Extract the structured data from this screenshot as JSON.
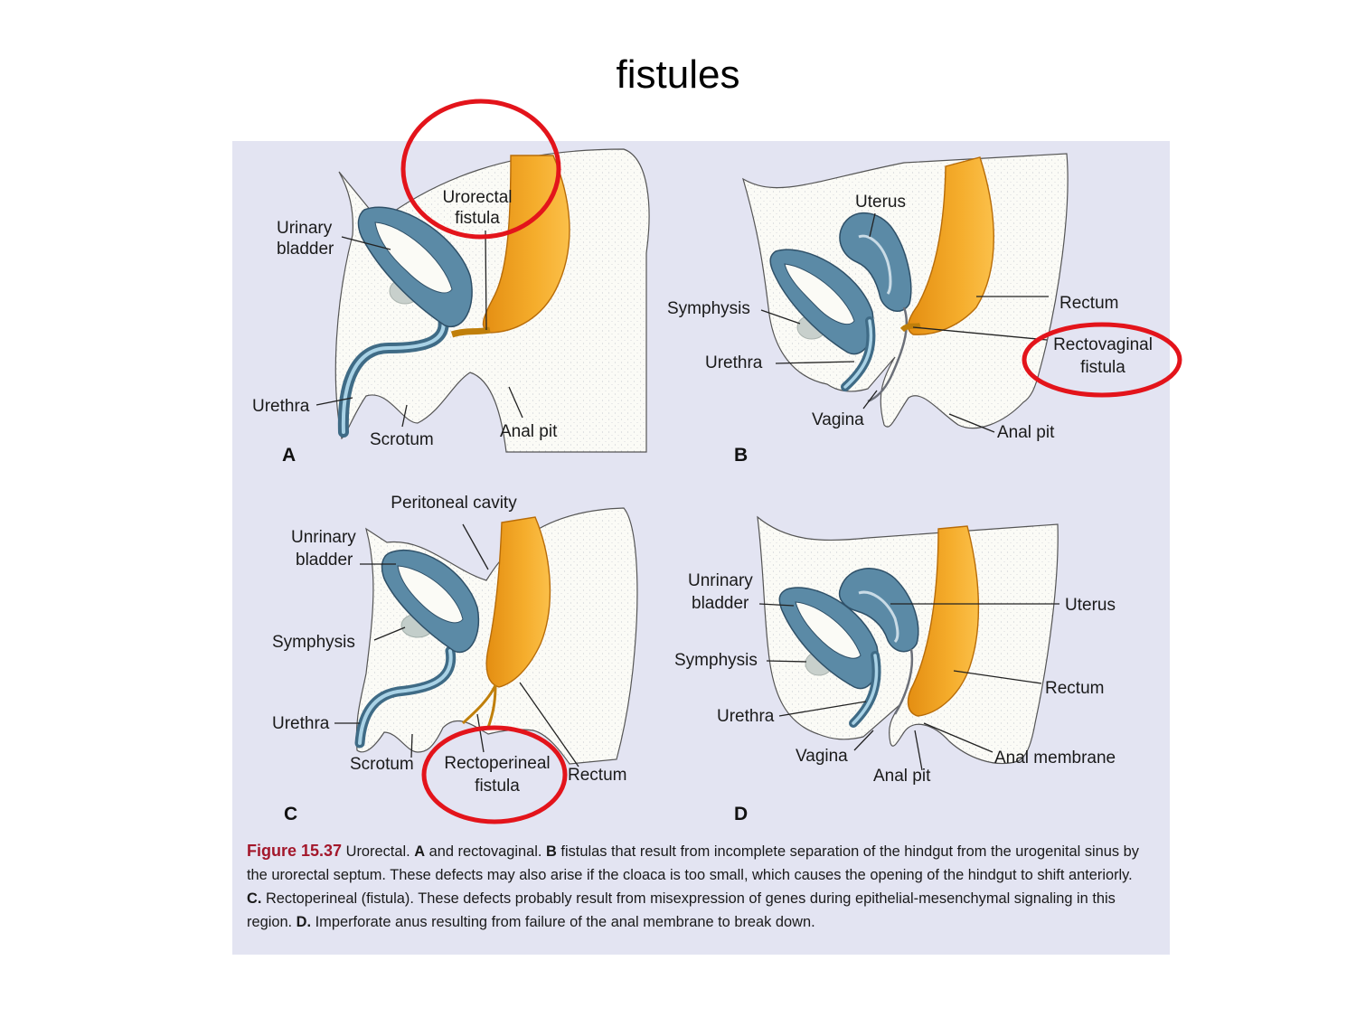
{
  "slide": {
    "title": "fistules"
  },
  "panels": {
    "a": {
      "letter": "A",
      "labels": {
        "urorectal_fistula_1": "Urorectal",
        "urorectal_fistula_2": "fistula",
        "urinary_bladder_1": "Urinary",
        "urinary_bladder_2": "bladder",
        "urethra": "Urethra",
        "scrotum": "Scrotum",
        "anal_pit": "Anal pit"
      }
    },
    "b": {
      "letter": "B",
      "labels": {
        "uterus": "Uterus",
        "symphysis": "Symphysis",
        "urethra": "Urethra",
        "vagina": "Vagina",
        "rectum": "Rectum",
        "rectovaginal_fistula_1": "Rectovaginal",
        "rectovaginal_fistula_2": "fistula",
        "anal_pit": "Anal pit"
      }
    },
    "c": {
      "letter": "C",
      "labels": {
        "peritoneal_cavity": "Peritoneal cavity",
        "unrinary_bladder_1": "Unrinary",
        "unrinary_bladder_2": "bladder",
        "symphysis": "Symphysis",
        "urethra": "Urethra",
        "scrotum": "Scrotum",
        "rectoperineal_fistula_1": "Rectoperineal",
        "rectoperineal_fistula_2": "fistula",
        "rectum": "Rectum"
      }
    },
    "d": {
      "letter": "D",
      "labels": {
        "unrinary_bladder_1": "Unrinary",
        "unrinary_bladder_2": "bladder",
        "symphysis": "Symphysis",
        "urethra": "Urethra",
        "vagina": "Vagina",
        "anal_pit": "Anal pit",
        "uterus": "Uterus",
        "rectum": "Rectum",
        "anal_membrane": "Anal membrane"
      }
    }
  },
  "caption": {
    "figure_number": "Figure 15.37",
    "t1": " Urorectal. ",
    "b1": "A",
    "t2": " and rectovaginal. ",
    "b2": "B",
    "t3": " fistulas that result from incomplete separation of the hindgut from the urogenital sinus by the urorectal septum. These defects may also arise if the cloaca is too small, which causes the opening of the hindgut to shift anteriorly. ",
    "b3": "C.",
    "t4": " Rectoperineal (fistula). These defects probably result from misexpression of genes during epithelial-mesenchymal signaling in this region. ",
    "b4": "D.",
    "t5": " Imperforate anus resulting from failure of the anal membrane to break down."
  },
  "colors": {
    "panel_background": "#e3e4f2",
    "bladder": "#5b8aa6",
    "rectum": "#f0a321",
    "highlight_circle": "#e3141b",
    "figure_number": "#a3172b"
  }
}
